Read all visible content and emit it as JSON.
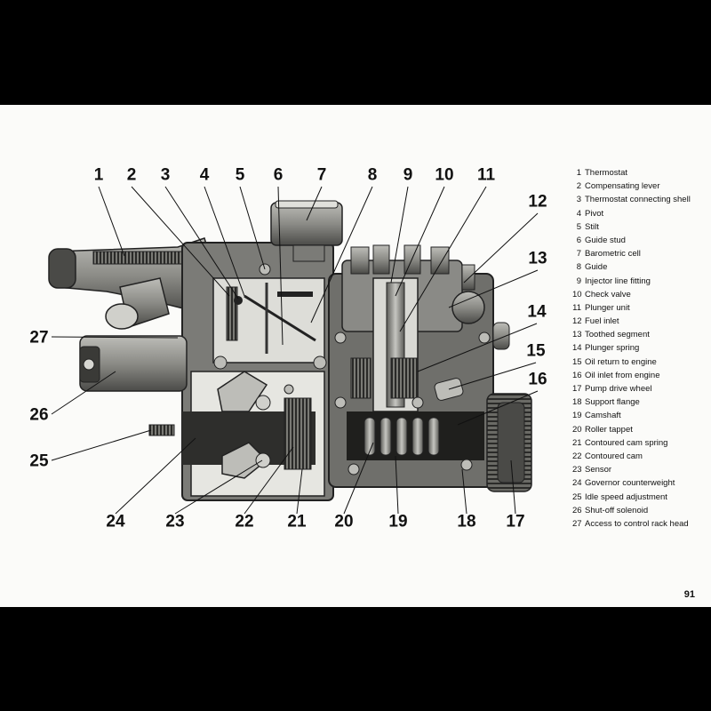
{
  "callouts": [
    "1",
    "2",
    "3",
    "4",
    "5",
    "6",
    "7",
    "8",
    "9",
    "10",
    "11",
    "12",
    "13",
    "14",
    "15",
    "16",
    "17",
    "18",
    "19",
    "20",
    "21",
    "22",
    "23",
    "24",
    "25",
    "26",
    "27"
  ],
  "legend": [
    {
      "num": "1",
      "label": "Thermostat"
    },
    {
      "num": "2",
      "label": "Compensating lever"
    },
    {
      "num": "3",
      "label": "Thermostat connecting shell"
    },
    {
      "num": "4",
      "label": "Pivot"
    },
    {
      "num": "5",
      "label": "Stilt"
    },
    {
      "num": "6",
      "label": "Guide stud"
    },
    {
      "num": "7",
      "label": "Barometric cell"
    },
    {
      "num": "8",
      "label": "Guide"
    },
    {
      "num": "9",
      "label": "Injector line fitting"
    },
    {
      "num": "10",
      "label": "Check valve"
    },
    {
      "num": "11",
      "label": "Plunger unit"
    },
    {
      "num": "12",
      "label": "Fuel inlet"
    },
    {
      "num": "13",
      "label": "Toothed segment"
    },
    {
      "num": "14",
      "label": "Plunger spring"
    },
    {
      "num": "15",
      "label": "Oil return to engine"
    },
    {
      "num": "16",
      "label": "Oil inlet from engine"
    },
    {
      "num": "17",
      "label": "Pump drive wheel"
    },
    {
      "num": "18",
      "label": "Support flange"
    },
    {
      "num": "19",
      "label": "Camshaft"
    },
    {
      "num": "20",
      "label": "Roller tappet"
    },
    {
      "num": "21",
      "label": "Contoured cam spring"
    },
    {
      "num": "22",
      "label": "Contoured cam"
    },
    {
      "num": "23",
      "label": "Sensor"
    },
    {
      "num": "24",
      "label": "Governor counterweight"
    },
    {
      "num": "25",
      "label": "Idle speed adjustment"
    },
    {
      "num": "26",
      "label": "Shut-off solenoid"
    },
    {
      "num": "27",
      "label": "Access to control rack head"
    }
  ],
  "page_number": "91"
}
